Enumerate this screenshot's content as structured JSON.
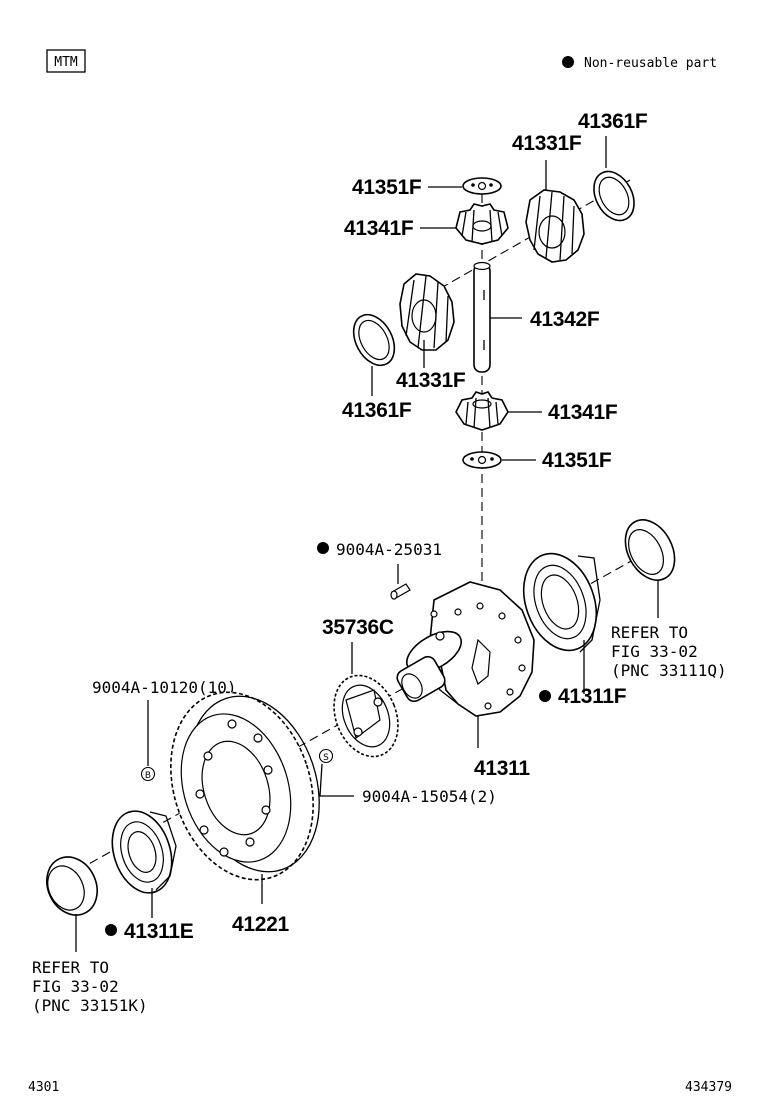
{
  "header": {
    "model_code": "MTM",
    "legend_symbol": "●",
    "legend_text": "Non-reusable part"
  },
  "parts": {
    "p41361F_top": "41361F",
    "p41331F_top": "41331F",
    "p41351F_top": "41351F",
    "p41341F_top": "41341F",
    "p41342F": "41342F",
    "p41331F_mid": "41331F",
    "p41361F_mid": "41361F",
    "p41341F_low": "41341F",
    "p41351F_low": "41351F",
    "p9004A_25031": "9004A-25031",
    "p35736C": "35736C",
    "refer_right_1": "REFER TO",
    "refer_right_2": "FIG 33-02",
    "refer_right_3": "(PNC 33111Q)",
    "p9004A_10120": "9004A-10120(10)",
    "p41311F": "41311F",
    "p41311": "41311",
    "p9004A_15054": "9004A-15054(2)",
    "p41221": "41221",
    "p41311E": "41311E",
    "refer_left_1": "REFER TO",
    "refer_left_2": "FIG 33-02",
    "refer_left_3": "(PNC 33151K)",
    "badge_b": "B",
    "badge_s": "S"
  },
  "footer": {
    "left_code": "4301",
    "right_code": "434379"
  }
}
